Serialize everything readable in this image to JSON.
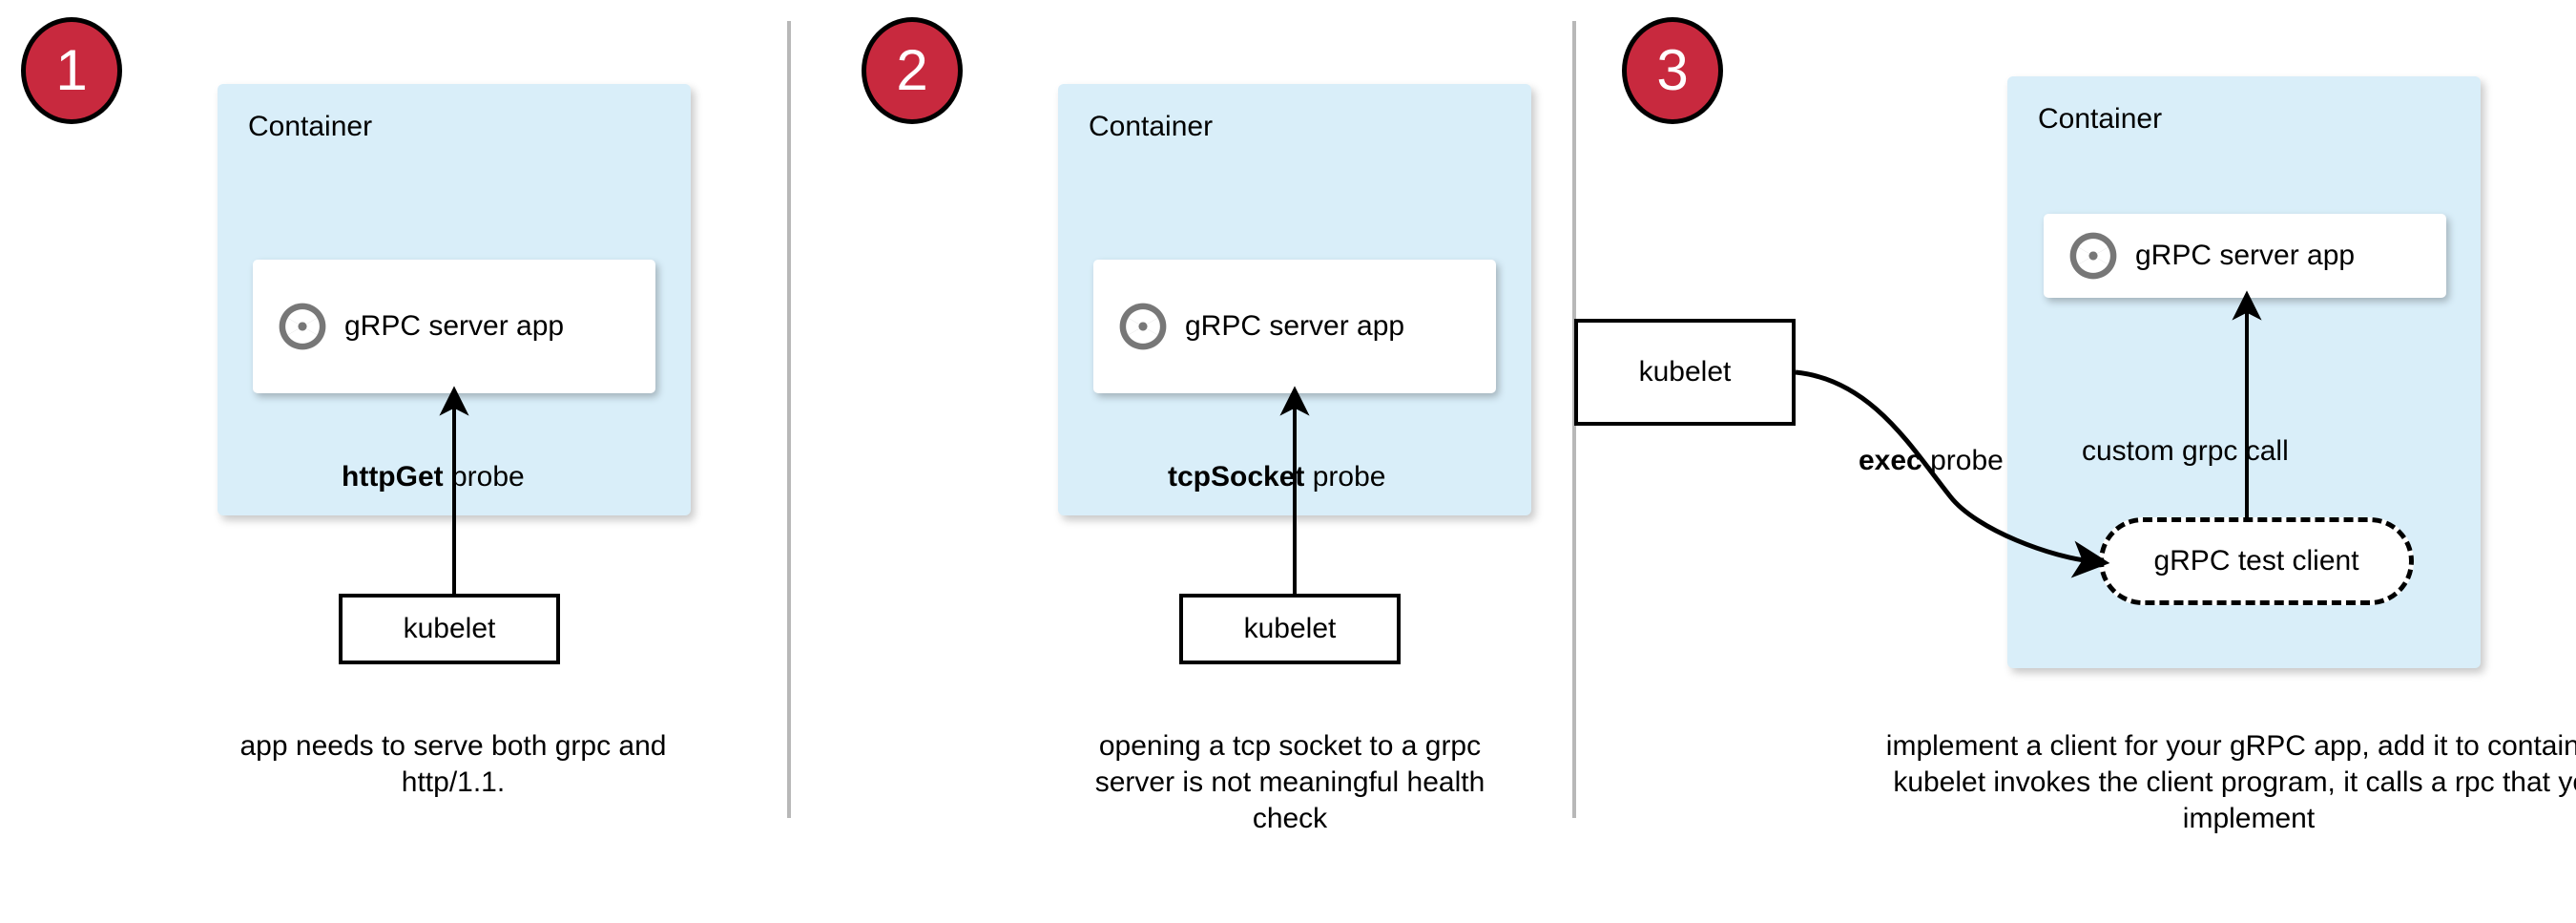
{
  "diagram": {
    "title_colors": {
      "badge_fill": "#c8293e",
      "badge_stroke": "#000000",
      "container_fill": "#d9eef9",
      "card_fill": "#ffffff",
      "icon_gray": "#777777",
      "divider": "#b8b8b8",
      "stroke": "#000000"
    },
    "panels": [
      {
        "number": "1",
        "container_label": "Container",
        "app_label": "gRPC server app",
        "app_icon": "grpc-aperture-icon",
        "probe_strong": "httpGet",
        "probe_rest": " probe",
        "kubelet_label": "kubelet",
        "caption": "app needs to serve both grpc and http/1.1."
      },
      {
        "number": "2",
        "container_label": "Container",
        "app_label": "gRPC server app",
        "app_icon": "grpc-aperture-icon",
        "probe_strong": "tcpSocket",
        "probe_rest": " probe",
        "kubelet_label": "kubelet",
        "caption": "opening a tcp socket to a grpc server is not meaningful health check"
      },
      {
        "number": "3",
        "container_label": "Container",
        "app_label": "gRPC server app",
        "app_icon": "grpc-aperture-icon",
        "probe_strong": "exec",
        "probe_rest": " probe",
        "kubelet_label": "kubelet",
        "client_label": "gRPC test client",
        "call_label": "custom grpc call",
        "caption": "implement a client for your gRPC app, add it to container, kubelet invokes the client program, it calls a rpc that you implement"
      }
    ]
  }
}
